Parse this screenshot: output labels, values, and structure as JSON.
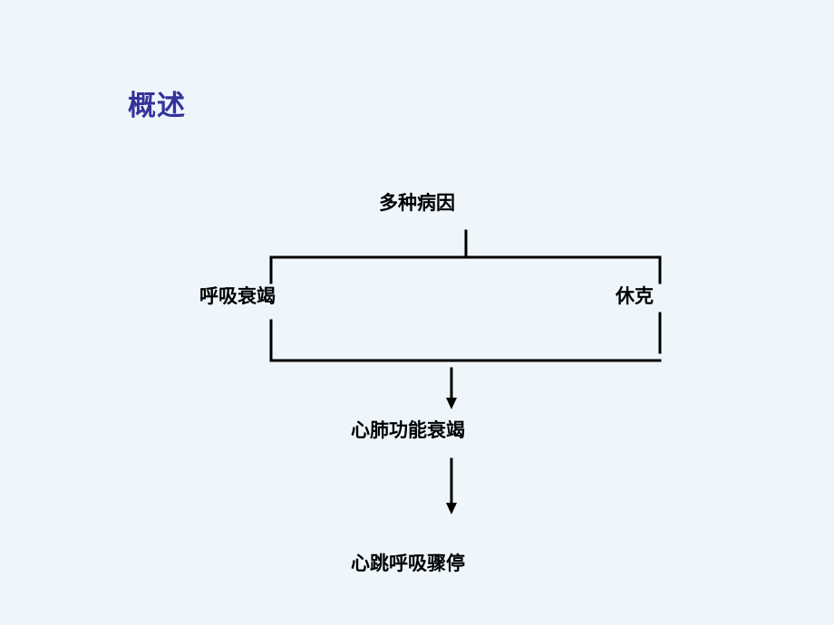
{
  "slide": {
    "title": "概述"
  },
  "diagram": {
    "nodes": {
      "cause": "多种病因",
      "respiratory_failure": "呼吸衰竭",
      "shock": "休克",
      "cardiopulmonary_failure": "心肺功能衰竭",
      "cardiac_arrest": "心跳呼吸骤停"
    }
  },
  "colors": {
    "background": "#eef6fc",
    "title": "#333399",
    "text": "#000000",
    "lines": "#000000"
  }
}
